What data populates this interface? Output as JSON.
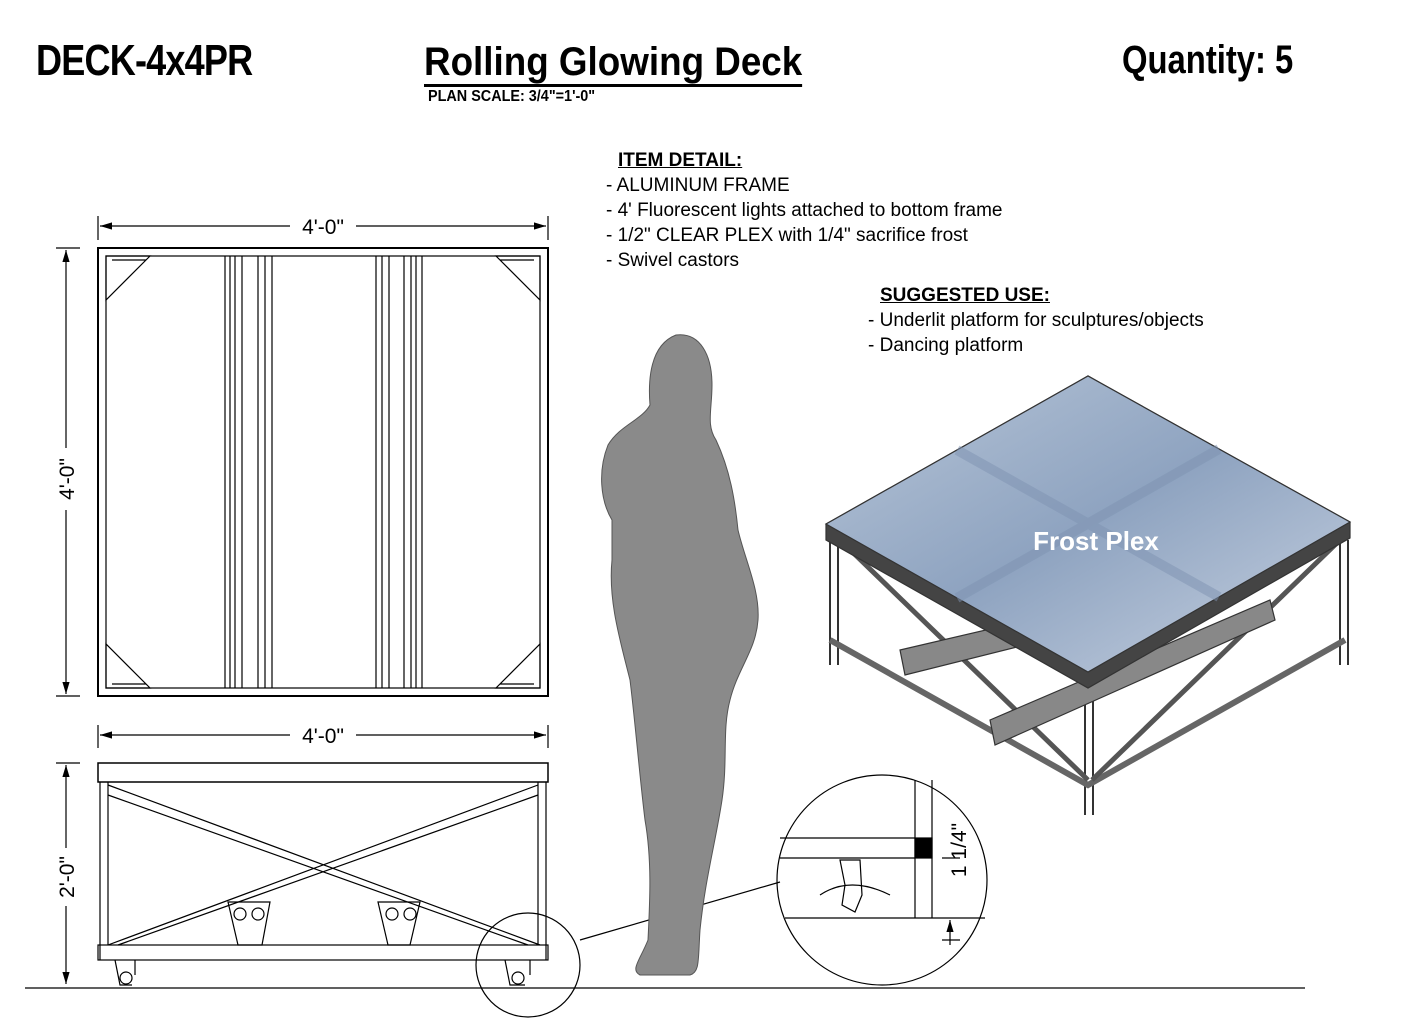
{
  "header": {
    "code": "DECK-4x4PR",
    "title": "Rolling Glowing Deck",
    "scale": "PLAN  SCALE: 3/4\"=1'-0\"",
    "quantity": "Quantity: 5"
  },
  "item_detail": {
    "heading": "ITEM DETAIL:",
    "items": [
      "- ALUMINUM FRAME",
      "- 4' Fluorescent lights attached to bottom frame",
      "- 1/2\" CLEAR PLEX with 1/4\" sacrifice frost",
      "- Swivel castors"
    ]
  },
  "suggested_use": {
    "heading": "SUGGESTED USE:",
    "items": [
      "- Underlit platform for sculptures/objects",
      "- Dancing platform"
    ]
  },
  "dimensions": {
    "plan_width": "4'-0\"",
    "plan_depth": "4'-0\"",
    "elevation_width": "4'-0\"",
    "elevation_height": "2'-0\"",
    "detail_height": "1 1/4\""
  },
  "iso_label": "Frost Plex",
  "colors": {
    "silhouette": "#8a8a8a",
    "plex": "#9fb2cc",
    "frame": "#6e6e6e"
  }
}
